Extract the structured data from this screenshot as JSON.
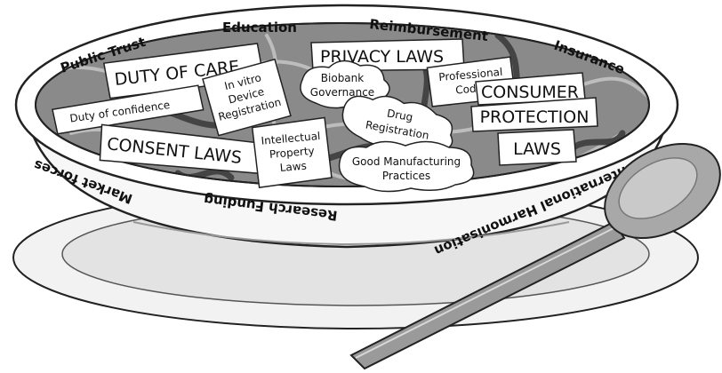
{
  "bowl_rim_labels": {
    "public_trust": "Public Trust",
    "education": "Education",
    "reimbursement": "Reimbursement",
    "insurance": "Insurance",
    "market_forces": "Market forces",
    "research_funding": "Research Funding",
    "international_harmonisation": "International Harmonisation"
  },
  "soup_items": {
    "duty_of_care": "DUTY OF CARE",
    "privacy_laws": "PRIVACY LAWS",
    "biobank_governance": [
      "Biobank",
      "Governance"
    ],
    "professional_codes": [
      "Professional",
      "Codes"
    ],
    "in_vitro_device_registration": [
      "In vitro",
      "Device",
      "Registration"
    ],
    "duty_of_confidence": "Duty of confidence",
    "drug_registration": [
      "Drug",
      "Registration"
    ],
    "consumer_protection_laws": [
      "CONSUMER",
      "PROTECTION",
      "LAWS"
    ],
    "consent_laws": "CONSENT LAWS",
    "intellectual_property_laws": [
      "Intellectual",
      "Property",
      "Laws"
    ],
    "good_manufacturing_practices": [
      "Good Manufacturing",
      "Practices"
    ]
  }
}
